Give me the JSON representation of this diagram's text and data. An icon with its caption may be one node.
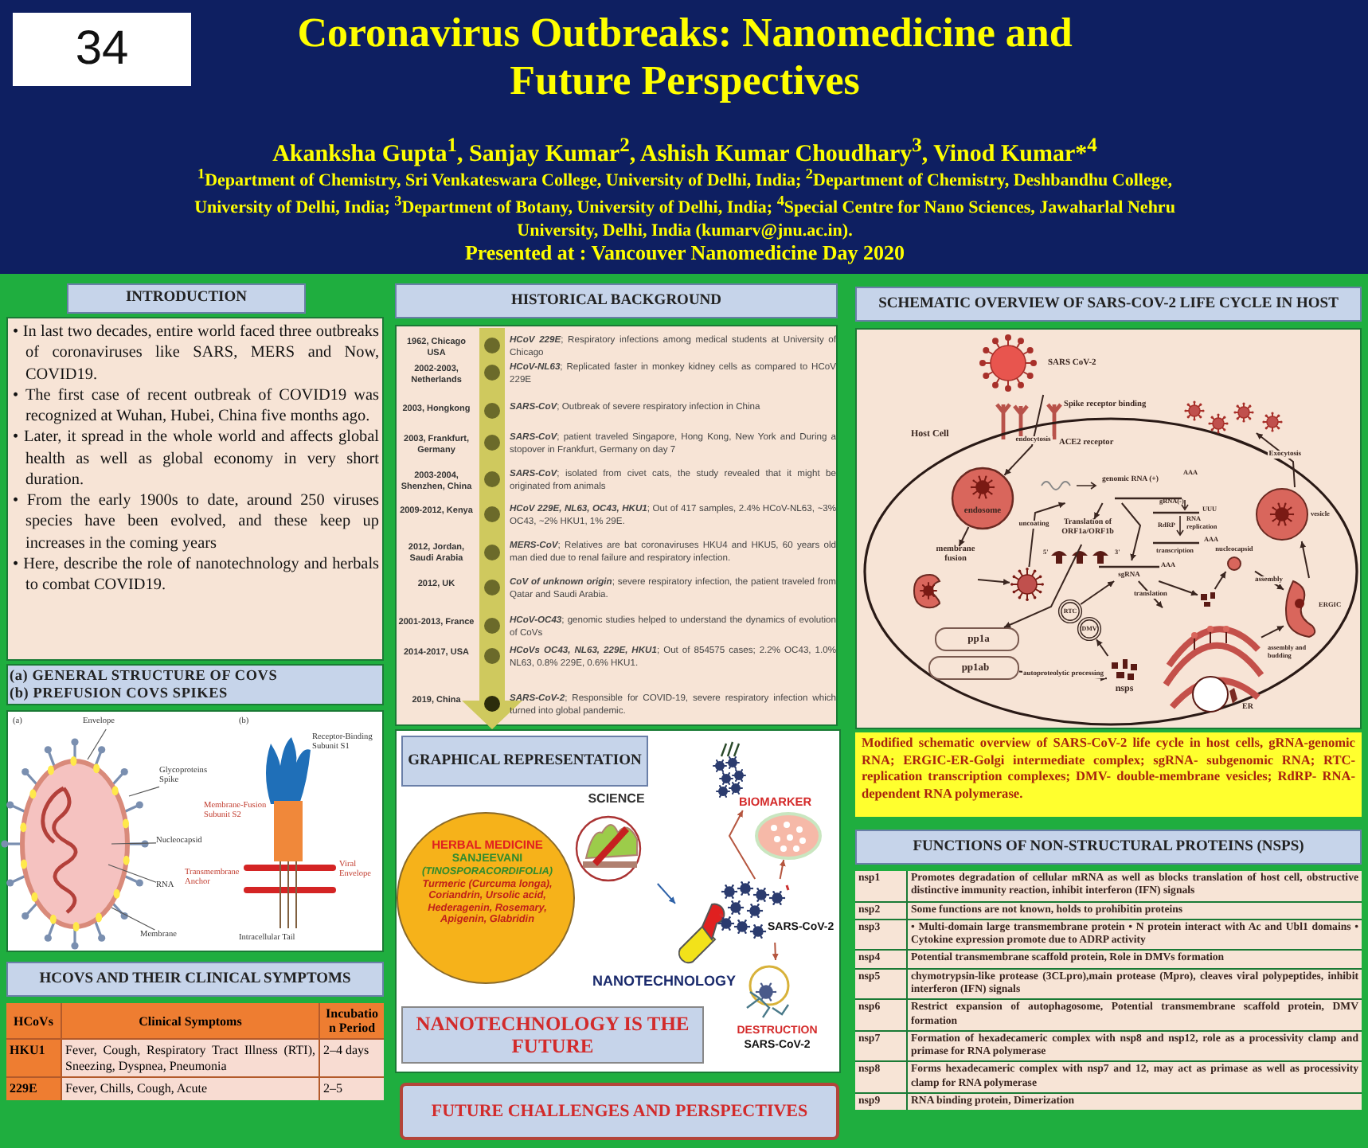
{
  "diagram": {
    "title": "Coronavirus Outbreaks: Nanomedicine and Future Perspectives",
    "nodes": [
      {
        "text": [
          "Envelope"
        ]
      },
      {
        "text": [
          "Glycoproteins Spike"
        ]
      },
      {
        "text": [
          "Nucleocapsid"
        ]
      },
      {
        "text": [
          "RNA"
        ]
      },
      {
        "text": [
          "Membrane"
        ]
      },
      {
        "text": [
          "HERBAL MEDICINE",
          "SANJEEVANI",
          "(TINOSPORACORDIFOLIA)",
          "Turmeric (Curcuma longa), Coriandrin, Ursolic acid, Hederagenin, Rosemary, Apigenin, Glabridin"
        ]
      },
      {
        "text": [
          "SCIENCE"
        ]
      },
      {
        "text": [],
        "shape": "picture"
      },
      {
        "text": [
          "SARS-CoV-2"
        ]
      },
      {
        "text": [
          "BIOMARKER"
        ]
      },
      {
        "text": [],
        "shape": "picture"
      },
      {
        "text": [
          "DESTRUCTION",
          "SARS-CoV-2"
        ]
      },
      {
        "text": [
          "Host Cell"
        ]
      },
      {
        "text": [
          "SARS CoV-2"
        ]
      },
      {
        "text": [
          "endosome"
        ],
        "in": 12
      },
      {
        "text": [
          "membrane fusion"
        ],
        "in": 12
      },
      {
        "text": [],
        "shape": "picture",
        "in": 12
      },
      {
        "text": [
          "genomic RNA (+)"
        ],
        "beside": [
          "AAA"
        ],
        "in": 12
      },
      {
        "text": [
          "Translation of ORF1a/ORF1b"
        ],
        "in": 12
      },
      {
        "text": [
          "pp1a"
        ],
        "in": 12
      },
      {
        "text": [
          "pp1ab"
        ],
        "in": 12
      },
      {
        "text": [
          "nsps"
        ],
        "in": 12
      },
      {
        "text": [
          "RTC"
        ],
        "in": 12
      },
      {
        "text": [
          "DMV"
        ],
        "in": 12
      },
      {
        "text": [
          "sgRNA"
        ],
        "beside": [
          "AAA"
        ],
        "in": 12
      },
      {
        "text": [],
        "shape": "picture",
        "in": 12
      },
      {
        "text": [
          "nucleocapsid"
        ],
        "in": 12
      },
      {
        "text": [
          "ER"
        ],
        "in": 12
      },
      {
        "text": [
          "ERGIC"
        ],
        "in": 12
      },
      {
        "text": [
          "vesicle"
        ],
        "in": 12
      },
      {
        "text": [],
        "shape": "picture"
      },
      {
        "text": [],
        "shape": "picture"
      }
    ],
    "edges": [
      {
        "from": 0,
        "to": 31,
        "arrow": "none",
        "color": "#555555"
      },
      {
        "from": 1,
        "to": 31,
        "arrow": "none",
        "color": "#555555"
      },
      {
        "from": 2,
        "to": 31,
        "arrow": "none",
        "color": "#555555"
      },
      {
        "from": 3,
        "to": 31,
        "arrow": "none",
        "color": "#555555"
      },
      {
        "from": 4,
        "to": 31,
        "arrow": "none",
        "color": "#555555"
      },
      {
        "from": 6,
        "to": 7,
        "arrow": "to",
        "color": "#2e62a8"
      },
      {
        "from": 8,
        "to": 9,
        "arrow": "to",
        "color": "#b5563f"
      },
      {
        "from": 8,
        "to": 10,
        "arrow": "to",
        "color": "#b5563f"
      },
      {
        "from": 8,
        "to": 11,
        "arrow": "to",
        "color": "#b5563f"
      },
      {
        "from": 13,
        "to": 14,
        "arrow": "to",
        "label": "endocytosis"
      },
      {
        "from": 14,
        "to": 15,
        "arrow": "to"
      },
      {
        "from": 15,
        "to": 16,
        "arrow": "to"
      },
      {
        "from": 16,
        "to": 17,
        "arrow": "to",
        "label": "uncoating"
      },
      {
        "from": 17,
        "to": 18,
        "arrow": "to"
      },
      {
        "from": 18,
        "to": 19,
        "arrow": "to"
      },
      {
        "from": 20,
        "to": 21,
        "arrow": "to",
        "label": "autoproteolytic processing"
      },
      {
        "from": 21,
        "to": 23,
        "arrow": "to"
      },
      {
        "from": 22,
        "to": 24,
        "arrow": "to"
      },
      {
        "from": 17,
        "to": 24,
        "arrow": "to"
      },
      {
        "from": 24,
        "to": 25,
        "arrow": "to"
      },
      {
        "from": 24,
        "to": 27,
        "arrow": "to",
        "label": "translation"
      },
      {
        "from": 25,
        "to": 26,
        "arrow": "to"
      },
      {
        "from": 26,
        "to": 28,
        "arrow": "to",
        "label": "assembly"
      },
      {
        "from": 27,
        "to": 28,
        "arrow": "to"
      },
      {
        "from": 28,
        "to": 29,
        "arrow": "to"
      },
      {
        "from": 29,
        "to": 30,
        "arrow": "to",
        "label": "Exocytosis"
      }
    ],
    "labels": [
      "34",
      "Akanksha Gupta$^{1}$, Sanjay Kumar$^{2}$, Ashish Kumar Choudhary$^{3}$, Vinod Kumar*$^{4}$",
      "$^{1}$Department of Chemistry, Sri Venkateswara College, University of Delhi, India; $^{2}$Department of Chemistry, Deshbandhu College, University of Delhi, India; $^{3}$Department of Botany, University of Delhi, India; $^{4}$Special Centre for Nano Sciences, Jawaharlal Nehru University, Delhi, India (kumarv@jnu.ac.in).",
      "Presented at : Vancouver Nanomedicine Day 2020",
      "INTRODUCTION",
      "• In last two decades, entire world faced three outbreaks of coronaviruses like SARS, MERS and Now, COVID19.",
      "• The first case of recent outbreak of COVID19 was recognized at Wuhan, Hubei, China five months ago.",
      "• Later, it spread in the whole world and affects global health as well as global economy in very short duration.",
      "• From the early 1900s to date, around 250 viruses species have been evolved, and these keep up increases in the coming years",
      "• Here, describe the role of nanotechnology and herbals to combat COVID19.",
      "(a) GENERAL STRUCTURE OF COVS",
      "(b) PREFUSION COVS SPIKES",
      "(a)",
      "(b)",
      "Receptor-Binding Subunit S1",
      "Membrane-Fusion Subunit S2",
      "Transmembrane Anchor",
      "Viral Envelope",
      "Intracellular Tail",
      "HCOVS AND THEIR CLINICAL SYMPTOMS",
      "HCoVs",
      "Clinical Symptoms",
      "Incubation Period",
      "HKU1",
      "Fever, Cough, Respiratory Tract Illness (RTI), Sneezing, Dyspnea, Pneumonia",
      "2–4 days",
      "229E",
      "Fever, Chills, Cough, Acute",
      "2–5",
      "HISTORICAL BACKGROUND",
      "1962, Chicago USA",
      "**HCoV 229E**; Respiratory infections among medical students at University of Chicago",
      "2002-2003, Netherlands",
      "**HCoV-NL63**; Replicated faster in monkey kidney cells as compared to HCoV 229E",
      "2003, Hongkong",
      "**SARS-CoV**; Outbreak of severe respiratory infection in China",
      "2003, Frankfurt, Germany",
      "**SARS-CoV**; patient traveled Singapore, Hong Kong, New York and During a stopover in Frankfurt, Germany on day 7",
      "2003-2004, Shenzhen, China",
      "**SARS-CoV**; isolated from civet cats, the study revealed that it might be originated from animals",
      "2009-2012, Kenya",
      "**HCoV 229E, NL63, OC43, HKU1**; Out of 417 samples, 2.4% HCoV-NL63, ~3% OC43, ~2% HKU1, 1% 29E.",
      "2012, Jordan, Saudi Arabia",
      "**MERS-CoV**; Relatives are bat coronaviruses HKU4 and HKU5, 60 years old man died due to renal failure and respiratory infection.",
      "2012, UK",
      "**CoV of unknown origin**; severe respiratory infection, the patient traveled from Qatar and Saudi Arabia.",
      "2001-2013, France",
      "**HCoV-OC43**; genomic studies helped to understand the dynamics of evolution of CoVs",
      "2014-2017, USA",
      "**HCoVs OC43, NL63, 229E, HKU1**; Out of 854575 cases; 2.2% OC43, 1.0% NL63, 0.8% 229E, 0.6% HKU1.",
      "2019, China",
      "**SARS-CoV-2**; Responsible for COVID-19, severe respiratory infection which turned into global pandemic.",
      "GRAPHICAL REPRESENTATION",
      "NANOTECHNOLOGY",
      "NANOTECHNOLOGY IS THE FUTURE",
      "FUTURE CHALLENGES AND PERSPECTIVES",
      "SCHEMATIC OVERVIEW OF SARS-COV-2 LIFE CYCLE IN HOST",
      "Spike receptor binding",
      "ACE2 receptor",
      "5'",
      "3'",
      "gRNA(-)",
      "UUU",
      "RdRP",
      "RNA replication",
      "AAA",
      "transcription",
      "assembly and budding",
      "Modified schematic overview of SARS-CoV-2 life cycle in host cells, gRNA-genomic RNA; ERGIC-ER-Golgi intermediate complex; sgRNA- subgenomic RNA; RTC-replication transcription complexes; DMV- double-membrane vesicles; RdRP- RNA-dependent RNA polymerase.",
      "FUNCTIONS OF NON-STRUCTURAL PROTEINS (NSPS)",
      "nsp1",
      "Promotes degradation of cellular mRNA as well as blocks translation of host cell, obstructive distinctive immunity reaction, inhibit interferon (IFN) signals",
      "nsp2",
      "Some functions are not known, holds to prohibitin proteins",
      "nsp3",
      "• Multi-domain large transmembrane protein • N protein interact with Ac and Ubl1 domains • Cytokine expression promote due to ADRP activity",
      "nsp4",
      "Potential transmembrane scaffold protein, Role in DMVs formation",
      "nsp5",
      "chymotrypsin-like protease (3CLpro),main protease (Mpro), cleaves viral polypeptides, inhibit interferon (IFN) signals",
      "nsp6",
      "Restrict expansion of autophagosome, Potential transmembrane scaffold protein, DMV formation",
      "nsp7",
      "Formation of hexadecameric complex with nsp8 and nsp12, role as a processivity clamp and primase for RNA polymerase",
      "nsp8",
      "Forms hexadecameric complex with nsp7 and 12, may act as primase as well as processivity clamp for RNA polymerase",
      "nsp9",
      "RNA binding protein, Dimerization"
    ]
  }
}
